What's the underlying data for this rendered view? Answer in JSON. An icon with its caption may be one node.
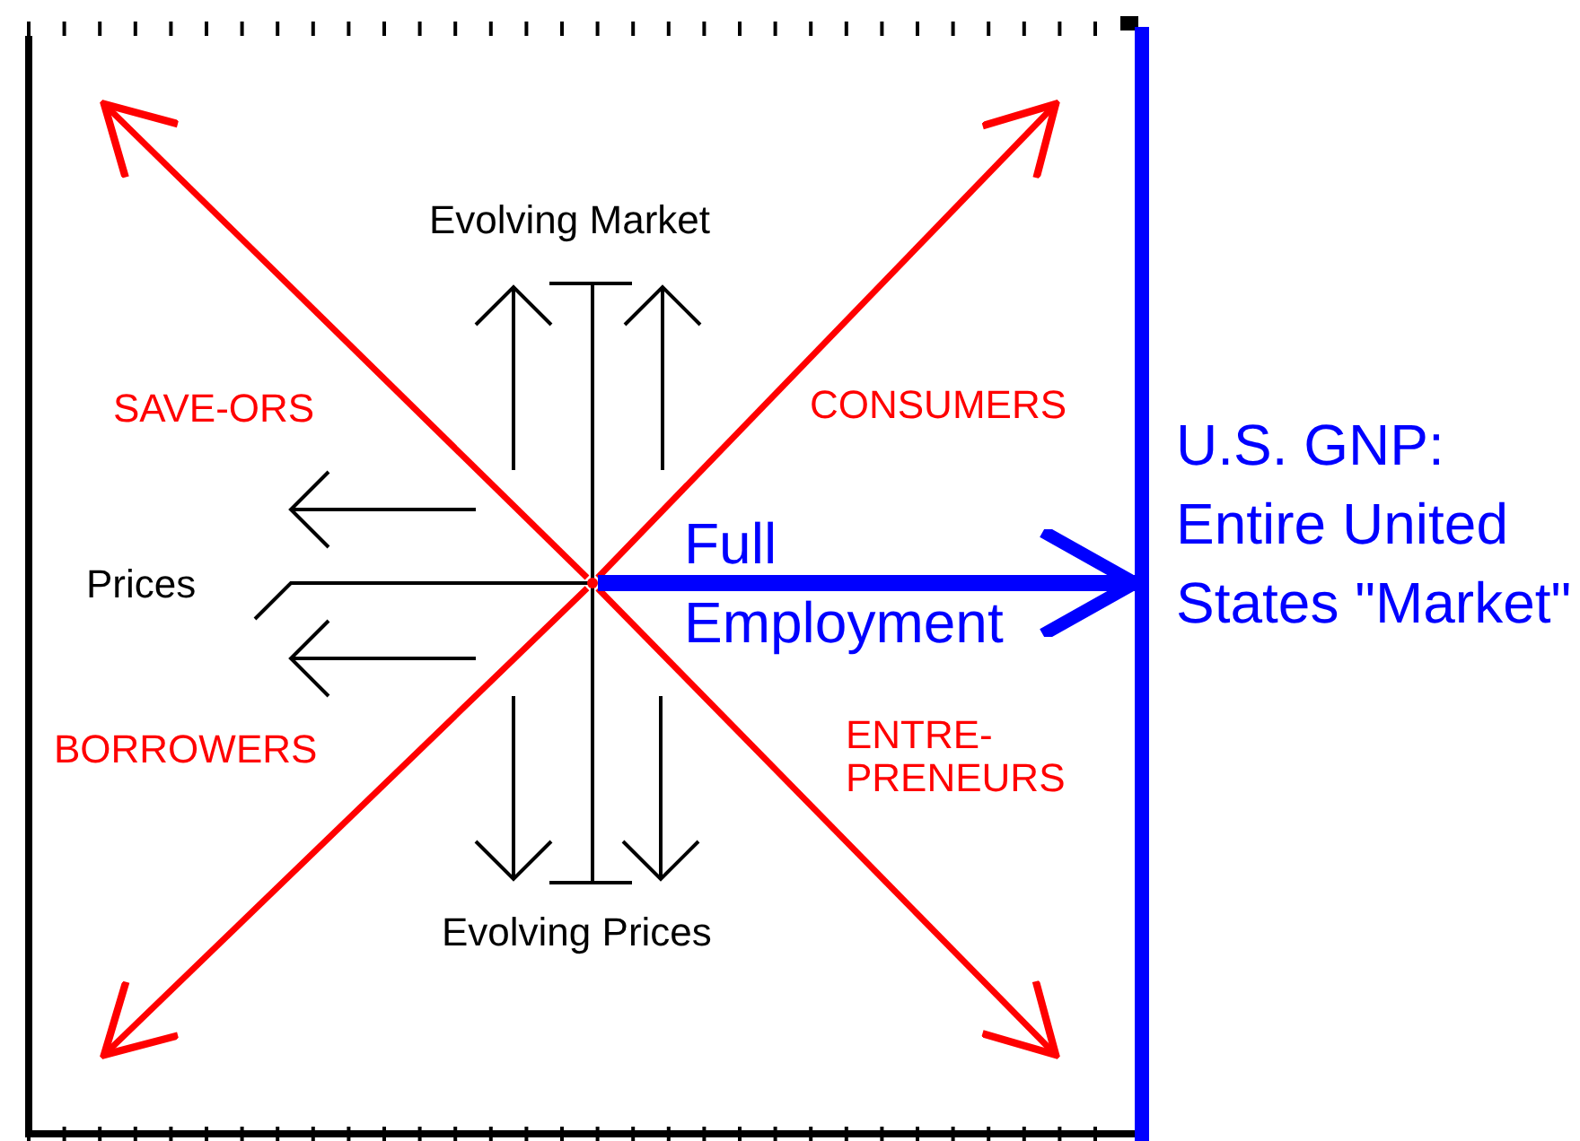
{
  "diagram": {
    "nodes": [
      {
        "text": [],
        "shape": "circle"
      },
      {
        "text": [],
        "shape": "bar",
        "beside": [
          "U.S. GNP: Entire United States \"Market\""
        ]
      }
    ],
    "edges": [
      {
        "from": 0,
        "to": null,
        "arrow": "to",
        "color": "#ff0000"
      },
      {
        "from": 0,
        "to": null,
        "arrow": "to",
        "color": "#ff0000"
      },
      {
        "from": 0,
        "to": null,
        "arrow": "to",
        "color": "#ff0000"
      },
      {
        "from": 0,
        "to": null,
        "arrow": "to",
        "color": "#ff0000"
      },
      {
        "from": 0,
        "to": 1,
        "arrow": "to",
        "style": "thick",
        "color": "#0000ff"
      }
    ],
    "labels": [
      "Evolving Market",
      "SAVE-ORS",
      "CONSUMERS",
      "Full",
      "Prices",
      "Employment",
      "BORROWERS",
      "ENTRE- PRENEURS",
      "Evolving Prices"
    ]
  }
}
